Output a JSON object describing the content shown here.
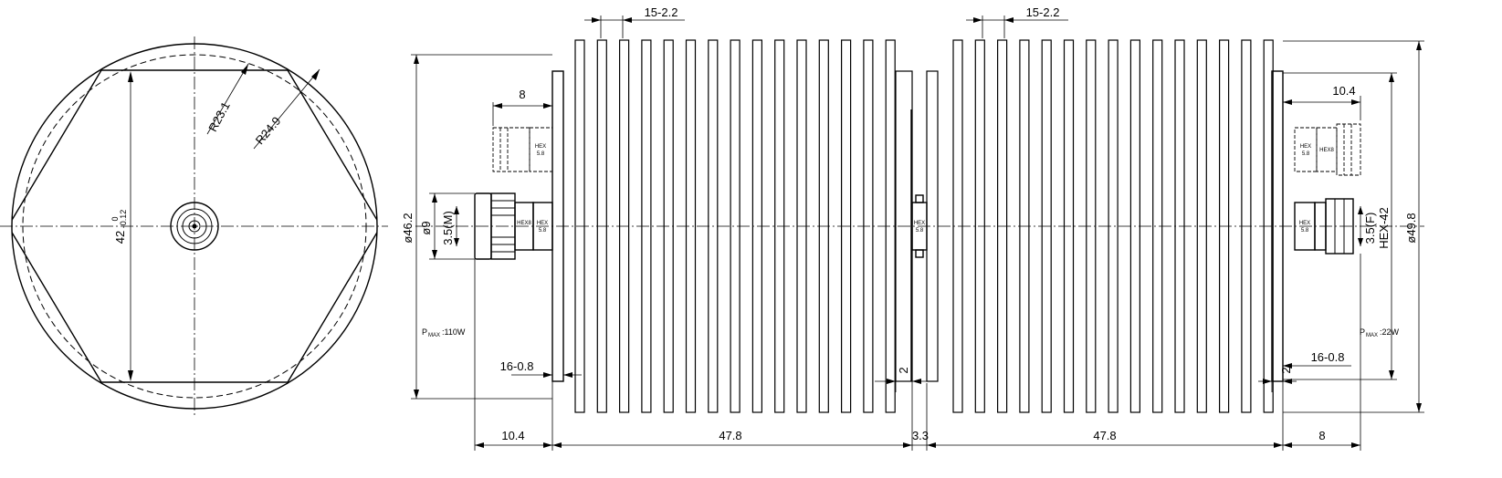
{
  "front_view": {
    "dim_width": "42",
    "tol_upper": "0",
    "tol_lower": "-0.12",
    "dim_r_inner": "R23.1",
    "dim_r_outer": "R24.9"
  },
  "left_side": {
    "connector_len": "8",
    "body_len": "10.4",
    "dia_body": "ø9",
    "connector_type": "3.5(M)",
    "hex_label": "HEX",
    "hex_size": "5.8",
    "hex_label_b": "HEX8",
    "power_prefix": "P",
    "power_sub": "MAX",
    "power_value": ":110W",
    "outer_dia": "ø46.2"
  },
  "attenuator_1": {
    "fin_spec": "15-2.2",
    "fin_end_spec": "16-0.8",
    "length": "47.8",
    "gap_dim": "2"
  },
  "coupler": {
    "gap_len": "3.3",
    "hex_label": "HEX",
    "hex_size": "5.8"
  },
  "attenuator_2": {
    "fin_spec": "15-2.2",
    "fin_end_spec": "16-0.8",
    "length": "47.8",
    "gap_dim": "2"
  },
  "right_side": {
    "connector_len_top": "10.4",
    "connector_len_bottom": "8",
    "connector_type": "3.5(F)",
    "hex_body": "HEX-42",
    "outer_dia": "ø49.8",
    "hex_label": "HEX",
    "hex_size": "5.8",
    "hex_label_b": "HEX8",
    "power_prefix": "P",
    "power_sub": "MAX",
    "power_value": ":22W"
  }
}
